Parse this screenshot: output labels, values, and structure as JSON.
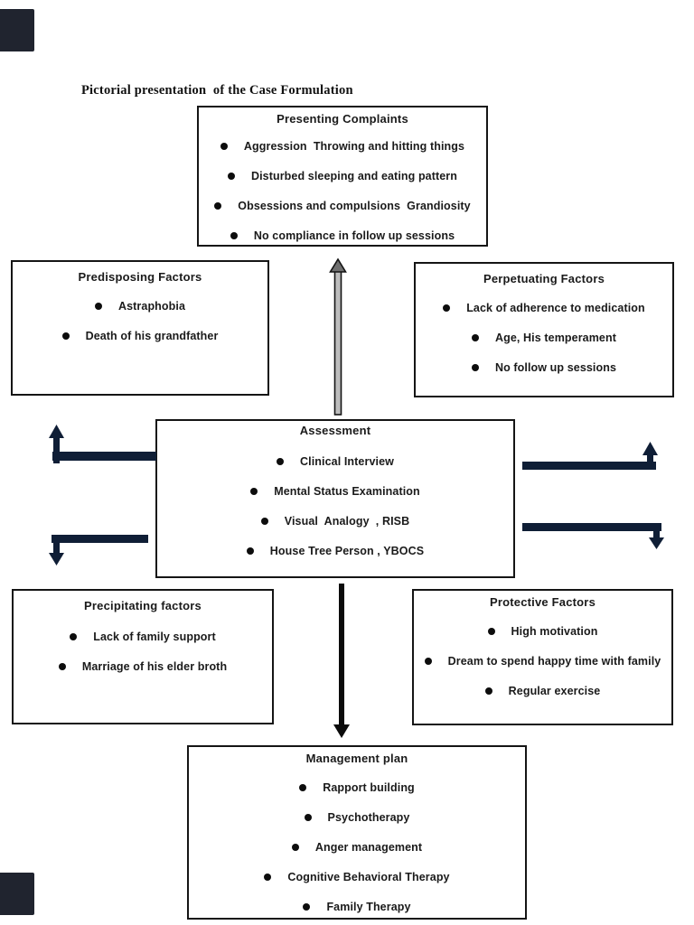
{
  "page": {
    "title": "Pictorial presentation  of the Case Formulation"
  },
  "boxes": {
    "presenting": {
      "title": "Presenting Complaints",
      "items": [
        "Aggression  Throwing and hitting things",
        "Disturbed sleeping and eating pattern",
        "Obsessions and compulsions  Grandiosity",
        "No compliance in follow up sessions"
      ]
    },
    "predisposing": {
      "title": "Predisposing Factors",
      "items": [
        "Astraphobia",
        "Death of his grandfather"
      ]
    },
    "perpetuating": {
      "title": "Perpetuating Factors",
      "items": [
        "Lack of adherence to medication",
        "Age, His temperament",
        "No follow up sessions"
      ]
    },
    "assessment": {
      "title": "Assessment",
      "items": [
        "Clinical Interview",
        "Mental Status Examination",
        "Visual  Analogy  , RISB",
        "House Tree Person , YBOCS"
      ]
    },
    "precipitating": {
      "title": "Precipitating factors",
      "items": [
        "Lack of family support",
        "Marriage of his elder broth"
      ]
    },
    "protective": {
      "title": "Protective Factors",
      "items": [
        "High motivation",
        "Dream to spend happy time with family",
        "Regular exercise"
      ]
    },
    "management": {
      "title": "Management plan",
      "items": [
        "Rapport building",
        "Psychotherapy",
        "Anger management",
        "Cognitive Behavioral Therapy",
        "Family Therapy"
      ]
    }
  },
  "colors": {
    "arrow_dark": "#0f1e36",
    "arrow_black": "#0b0b0b",
    "arrow_shaft_gray": "#bdbdbd",
    "border": "#151515",
    "corner_mark": "#20242f"
  }
}
